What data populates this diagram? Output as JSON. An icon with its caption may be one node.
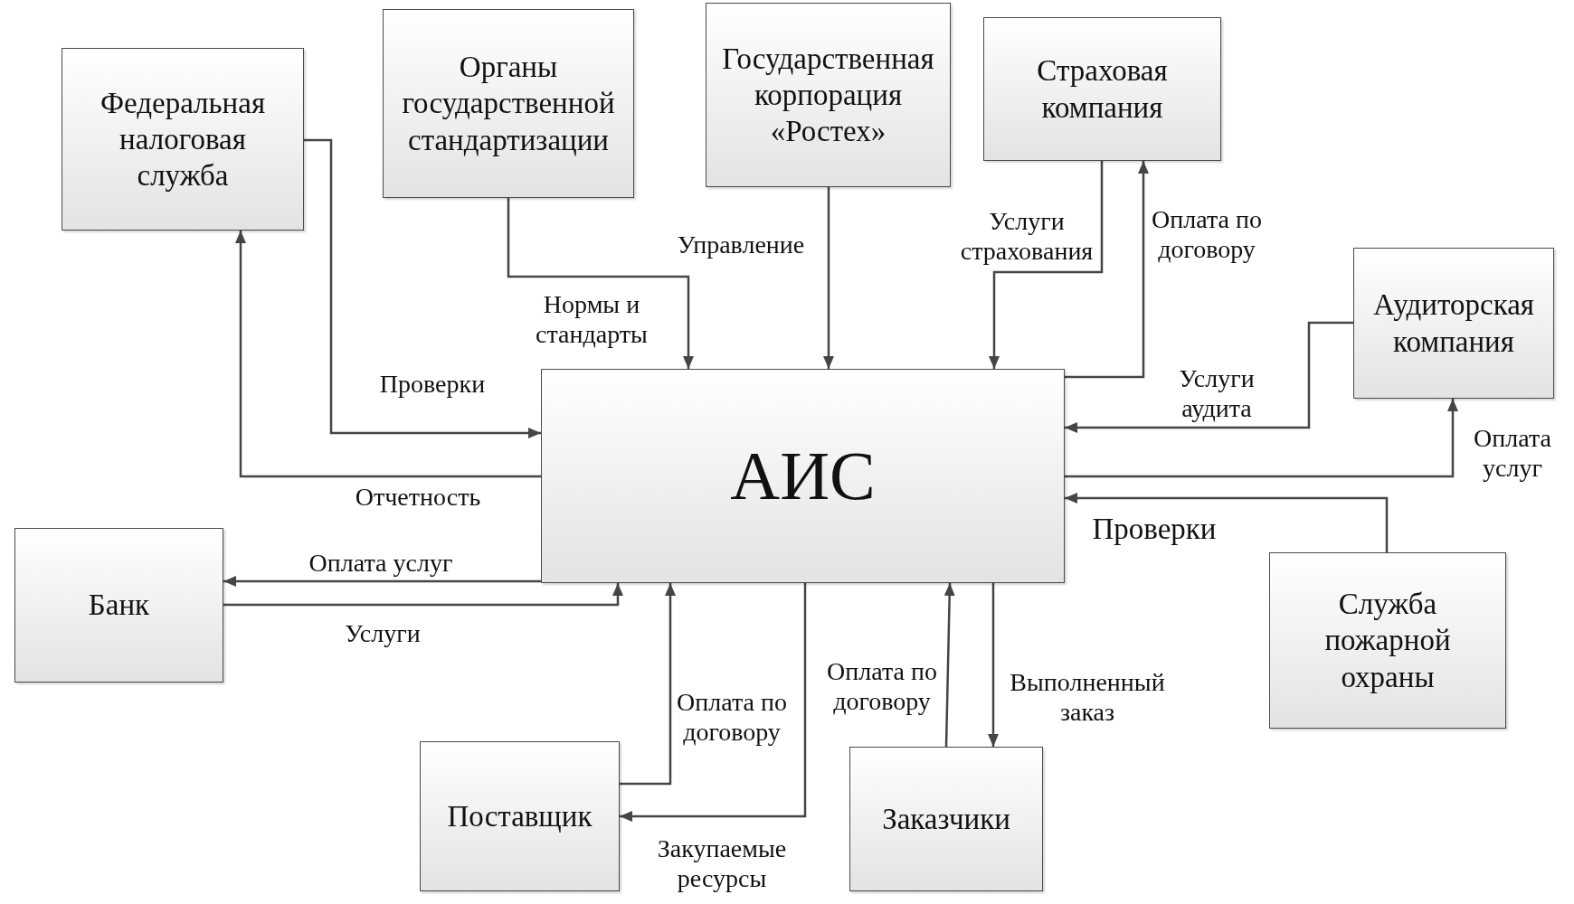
{
  "diagram": {
    "nodes": [
      {
        "text": [
          "Федеральная налоговая служба"
        ]
      },
      {
        "text": [
          "Органы государственной стандартизации"
        ]
      },
      {
        "text": [
          "Государственная корпорация «Ростех»"
        ]
      },
      {
        "text": [
          "Страховая компания"
        ]
      },
      {
        "text": [
          "Аудиторская компания"
        ]
      },
      {
        "text": [
          "АИС"
        ]
      },
      {
        "text": [
          "Банк"
        ]
      },
      {
        "text": [
          "Служба пожарной охраны"
        ]
      },
      {
        "text": [
          "Поставщик"
        ]
      },
      {
        "text": [
          "Заказчики"
        ]
      }
    ],
    "edges": [
      {
        "from": 0,
        "to": 5,
        "arrow": "to",
        "label": "Проверки"
      },
      {
        "from": 5,
        "to": 0,
        "arrow": "to",
        "label": "Отчетность"
      },
      {
        "from": 1,
        "to": 5,
        "arrow": "to",
        "label": "Нормы и стандарты"
      },
      {
        "from": 2,
        "to": 5,
        "arrow": "to",
        "label": "Управление"
      },
      {
        "from": 3,
        "to": 5,
        "arrow": "to",
        "label": "Услуги страхования"
      },
      {
        "from": 5,
        "to": 3,
        "arrow": "to",
        "label": "Оплата по договору"
      },
      {
        "from": 4,
        "to": 5,
        "arrow": "to",
        "label": "Услуги аудита"
      },
      {
        "from": 5,
        "to": 4,
        "arrow": "to",
        "label": "Оплата услуг"
      },
      {
        "from": 7,
        "to": 5,
        "arrow": "to",
        "label": "Проверки"
      },
      {
        "from": 5,
        "to": 9,
        "arrow": "to",
        "label": "Выполненный заказ"
      },
      {
        "from": 9,
        "to": 5,
        "arrow": "to",
        "label": "Оплата по договору"
      },
      {
        "from": 5,
        "to": 8,
        "arrow": "to",
        "label": "Закупаемые ресурсы"
      },
      {
        "from": 8,
        "to": 5,
        "arrow": "to",
        "label": "Оплата по договору"
      },
      {
        "from": 5,
        "to": 6,
        "arrow": "to",
        "label": "Оплата услуг"
      },
      {
        "from": 6,
        "to": 5,
        "arrow": "to",
        "label": "Услуги"
      }
    ]
  }
}
